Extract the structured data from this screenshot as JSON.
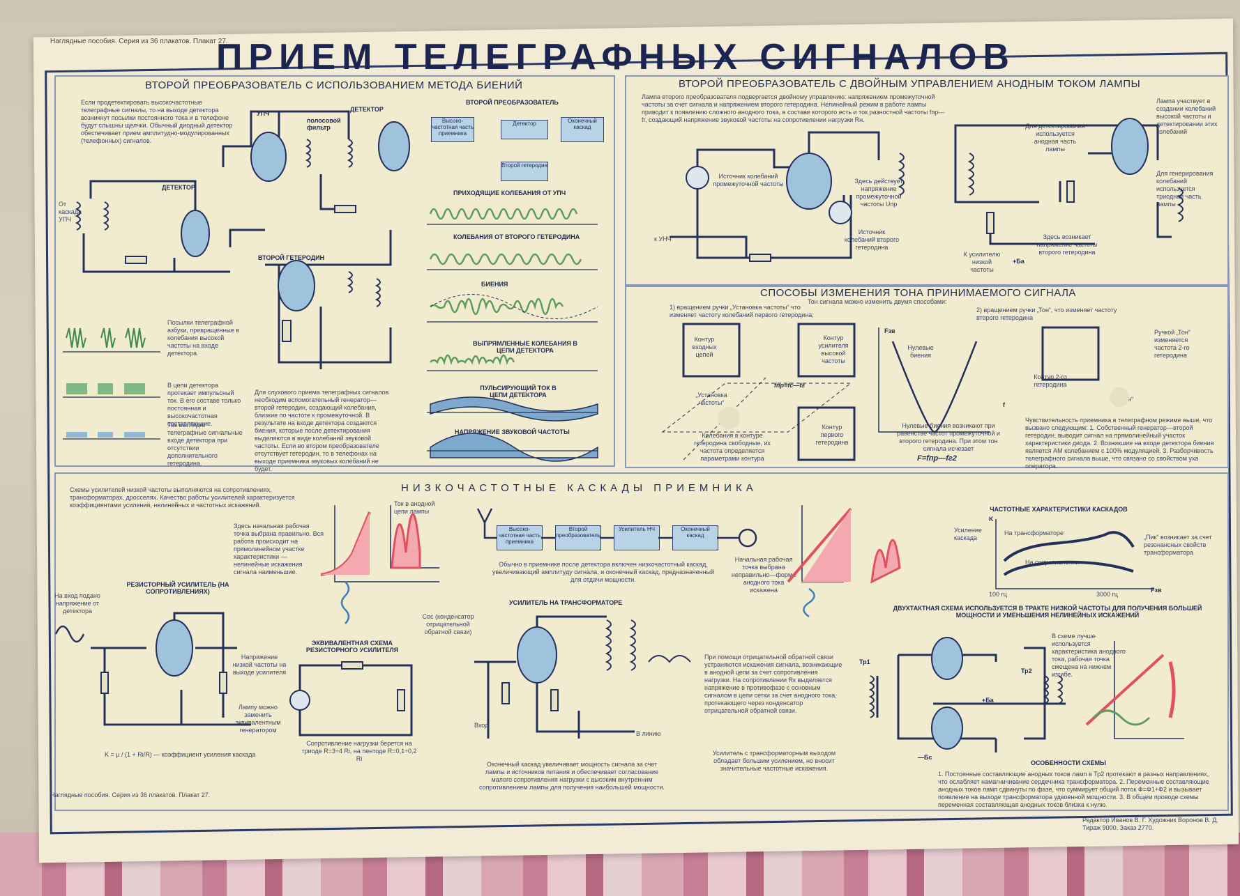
{
  "title": "ПРИЕМ ТЕЛЕГРАФНЫХ СИГНАЛОВ",
  "publisher_line": "Наглядные пособия. Серия из 36 плакатов. Плакат 27.",
  "sections": {
    "beats": "ВТОРОЙ ПРЕОБРАЗОВАТЕЛЬ С ИСПОЛЬЗОВАНИЕМ МЕТОДА БИЕНИЙ",
    "dual_control": "ВТОРОЙ ПРЕОБРАЗОВАТЕЛЬ С ДВОЙНЫМ УПРАВЛЕНИЕМ АНОДНЫМ ТОКОМ ЛАМПЫ",
    "tone": "СПОСОБЫ ИЗМЕНЕНИЯ ТОНА ПРИНИМАЕМОГО СИГНАЛА",
    "lowfreq": "НИЗКОЧАСТОТНЫЕ КАСКАДЫ ПРИЕМНИКА"
  },
  "beats": {
    "intro": "Если продетектировать высокочастотные телеграфные сигналы, то на выходе детектора возникнут посылки постоянного тока и в телефоне будут слышны щелчки. Обычный диодный детектор обеспечивает прием амплитудно-модулированных (телефонных) сигналов.",
    "labels": {
      "upch": "УПЧ",
      "filter": "полосовой фильтр",
      "detector": "ДЕТЕКТОР",
      "detector2": "ДЕТЕКТОР",
      "second_lo": "ВТОРОЙ ГЕТЕРОДИН",
      "from_upch": "От каскада УПЧ"
    },
    "block_title": "ВТОРОЙ ПРЕОБРАЗОВАТЕЛЬ",
    "blocks": [
      "Высоко-частотная часть приемника",
      "Детектор",
      "Оконечный каскад",
      "Второй гетеродин"
    ],
    "waves": [
      "ПРИХОДЯЩИЕ КОЛЕБАНИЯ ОТ УПЧ",
      "КОЛЕБАНИЯ ОТ ВТОРОГО ГЕТЕРОДИНА",
      "БИЕНИЯ",
      "ВЫПРЯМЛЕННЫЕ КОЛЕБАНИЯ В ЦЕПИ ДЕТЕКТОРА",
      "ПУЛЬСИРУЮЩИЙ ТОК В ЦЕПИ ДЕТЕКТОРА",
      "НАПРЯЖЕНИЕ ЗВУКОВОЙ ЧАСТОТЫ"
    ],
    "text_left1": "Посылки телеграфной азбуки, превращенные в колебания высокой частоты на входе детектора.",
    "text_left2": "В цепи детектора протекает импульсный ток. В его составе только постоянная и высокочастотная составляющие.",
    "text_left3": "Так выглядят телеграфные сигнальные входе детектора при отсутствии дополнительного гетеродина.",
    "text_mid": "Для слухового приема телеграфных сигналов необходим вспомогательный генератор—второй гетеродин, создающий колебания, близкие по частоте к промежуточной. В результате на входе детектора создаются биения, которые после детектирования выделяются в виде колебаний звуковой частоты. Если во втором преобразователе отсутствует гетеродин, то в телефонах на выходе приемника звуковых колебаний не будет."
  },
  "dual": {
    "text": "Лампа второго преобразователя подвергается двойному управлению: напряжением промежуточной частоты за счет сигнала и напряжением второго гетеродина. Нелинейный режим в работе лампы приводит к появлению сложного анодного тока, в составе которого есть и ток разностной частоты fпр—fr, создающий напряжение звуковой частоты на сопротивлении нагрузки Rн.",
    "labels": [
      "Источник колебаний промежуточной частоты",
      "Здесь действует напряжение промежуточной частоты Uпр",
      "Источник колебаний второго гетеродина",
      "к УНЧ",
      "Лампа участвует в создании колебаний высокой частоты и детектировании этих колебаний",
      "Для детектирования используется анодная часть лампы",
      "Для генерирования колебаний используется триодная часть лампы",
      "Здесь возникает напряжение частоты второго гетеродина",
      "К усилителю низкой частоты",
      "+Ба"
    ]
  },
  "tone": {
    "opt1": "1) вращением ручки „Установка частоты“ что изменяет частоту колебаний первого гетеродина;",
    "opt2": "2) вращением ручки „Тон“, что изменяет частоту второго гетеродина",
    "intro": "Тон сигнала можно изменить двумя способами:",
    "contours": [
      "Контур входных цепей",
      "Контур усилителя высокой частоты",
      "Контур первого гетеродина",
      "Контур 2-го гетеродина"
    ],
    "knob1": "„Установка частоты“",
    "knob2": "„Тон“",
    "knob2_note": "Ручкой „Тон“ изменяется частота 2-го гетеродина",
    "osc_note": "Колебания в контуре гетеродина свободные, их частота определяется параметрами контура",
    "null_label": "Нулевые биения",
    "formula1": "fпр=fс—fг",
    "formula2": "F=fпр—fг2",
    "axis_x": "f",
    "axis_y": "Fзв",
    "null_text": "Нулевые биения возникают при равенстве частот промежуточной и второго гетеродина. При этом тон сигнала исчезает",
    "sensitivity": "Чувствительность приемника в телеграфном режиме выше, что вызвано следующим: 1. Собственный генератор—второй гетеродин, выводит сигнал на прямолинейный участок характеристики диода. 2. Возникшие на входе детектора биения является АМ колебанием с 100% модуляцией. 3. Разборчивость телеграфного сигнала выше, что связано со свойством уха оператора."
  },
  "lowfreq": {
    "intro": "Схемы усилителей низкой частоты выполняются на сопротивлениях, трансформаторах, дросселях. Качество работы усилителей характеризуется коэффициентами усиления, нелинейных и частотных искажений.",
    "op1": "Здесь начальная рабочая точка выбрана правильно. Вся работа происходит на прямолинейном участке характеристики — нелинейные искажения сигнала наименьшие.",
    "op1_tok": "Ток в анодной цепи лампы",
    "op2": "Начальная рабочая точка выбрана неправильно—форма анодного тока искажена",
    "blocks": [
      "Высоко-частотная часть приемника",
      "Второй преобразователь",
      "Усилитель НЧ",
      "Оконечный каскад"
    ],
    "chain_text": "Обычно в приемнике после детектора включен низкочастотный каскад, увеличивающий амплитуду сигнала, и оконечный каскад, предназначенный для отдачи мощности.",
    "freq_title": "ЧАСТОТНЫЕ ХАРАКТЕРИСТИКИ КАСКАДОВ",
    "freq_labels": [
      "Усиление каскада",
      "На трансформаторе",
      "На сопротивлении",
      "„Пик“ возникает за счет резонансных свойств трансформатора",
      "100 гц",
      "3000 гц",
      "Fзв",
      "K"
    ],
    "res_amp": "РЕЗИСТОРНЫЙ УСИЛИТЕЛЬ (НА СОПРОТИВЛЕНИЯХ)",
    "res_in": "На вход подано напряжение от детектора",
    "res_out": "Напряжение низкой частоты на выходе усилителя",
    "res_lamp": "Лампу можно заменить эквивалентным генератором",
    "kformula": "K = μ / (1 + Ri/R) — коэффициент усиления каскада",
    "equiv": "ЭКВИВАЛЕНТНАЯ СХЕМА РЕЗИСТОРНОГО УСИЛИТЕЛЯ",
    "equiv_note": "Сопротивление нагрузки берется на триоде R=3÷4 Ri, на пентоде R=0,1÷0,2 Ri",
    "trans_amp": "УСИЛИТЕЛЬ НА ТРАНСФОРМАТОРЕ",
    "cos_note": "Cос (конденсатор отрицательной обратной связи)",
    "feedback": "При помощи отрицательной обратной связи устраняются искажения сигнала, возникающие в анодной цепи за счет сопротивления нагрузки. На сопротивлении Rк выделяется напряжение в противофазе с основным сигналом в цепи сетки за счет анодного тока, протекающего через конденсатор отрицательной обратной связи.",
    "trans_note": "Усилитель с трансформаторным выходом обладает большим усилением, но вносит значительные частотные искажения.",
    "final_note": "Оконечный каскад увеличивает мощность сигнала за счет лампы и источников питания и обеспечивает согласование малого сопротивления нагрузки с высоким внутренним сопротивлением лампы для получения наибольшей мощности.",
    "push_title": "ДВУХТАКТНАЯ СХЕМА ИСПОЛЬЗУЕТСЯ В ТРАКТЕ НИЗКОЙ ЧАСТОТЫ ДЛЯ ПОЛУЧЕНИЯ БОЛЬШЕЙ МОЩНОСТИ И УМЕНЬШЕНИЯ НЕЛИНЕЙНЫХ ИСКАЖЕНИЙ",
    "push_note": "В схеме лучше используется характеристика анодного тока, рабочая точка смещена на нижнем изгибе.",
    "features_title": "ОСОБЕННОСТИ СХЕМЫ",
    "features": "1. Постоянные составляющие анодных токов ламп в Тр2 протекают в разных направлениях, что ослабляет намагничивание сердечника трансформатора. 2. Переменные составляющие анодных токов ламп сдвинуты по фазе, что суммирует общий поток Ф=Ф1+Ф2 и вызывает появление на выходе трансформатора удвоенной мощности. 3. В общем проводе схемы переменная составляющая анодных токов близка к нулю.",
    "vhod": "Вход",
    "vlinii": "В линию",
    "tr1": "Тр1",
    "tr2": "Тр2",
    "bc": "—Бс",
    "ba": "+Ба"
  },
  "footer_left": "Наглядные пособия. Серия из 36 плакатов. Плакат 27.",
  "footer_right": "Редактор Иванов В. Г. Художник Воронов В. Д. Тираж 9000. Заказ 2770."
}
